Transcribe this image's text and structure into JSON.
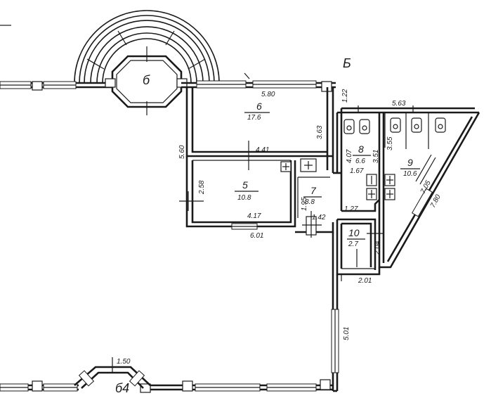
{
  "plan": {
    "marker_b": "Б",
    "bay_top_label": "б",
    "bay_bottom_label": "б4",
    "rooms": [
      {
        "id": "6",
        "number": "6",
        "area": "17.6"
      },
      {
        "id": "5",
        "number": "5",
        "area": "10.8"
      },
      {
        "id": "7",
        "number": "7",
        "area": "8.8"
      },
      {
        "id": "8",
        "number": "8",
        "area": "6.6"
      },
      {
        "id": "9",
        "number": "9",
        "area": "10.6"
      },
      {
        "id": "10",
        "number": "10",
        "area": "2.7"
      }
    ],
    "dimensions": [
      {
        "id": "d-580",
        "text": "5.80"
      },
      {
        "id": "d-122",
        "text": "1.22"
      },
      {
        "id": "d-563",
        "text": "5.63"
      },
      {
        "id": "d-363",
        "text": "3.63"
      },
      {
        "id": "d-560",
        "text": "5.60"
      },
      {
        "id": "d-441",
        "text": "4.41"
      },
      {
        "id": "d-407",
        "text": "4.07"
      },
      {
        "id": "d-351",
        "text": "3.51"
      },
      {
        "id": "d-355",
        "text": "3.55"
      },
      {
        "id": "d-167",
        "text": "1.67"
      },
      {
        "id": "d-258",
        "text": "2.58"
      },
      {
        "id": "d-705",
        "text": "7.05"
      },
      {
        "id": "d-780",
        "text": "7.80"
      },
      {
        "id": "d-417",
        "text": "4.17"
      },
      {
        "id": "d-195",
        "text": "1.95"
      },
      {
        "id": "d-127",
        "text": "1.27"
      },
      {
        "id": "d-142",
        "text": "1.42"
      },
      {
        "id": "d-601",
        "text": "6.01"
      },
      {
        "id": "d-204",
        "text": "2.04"
      },
      {
        "id": "d-201",
        "text": "2.01"
      },
      {
        "id": "d-501",
        "text": "5.01"
      },
      {
        "id": "d-150",
        "text": "1.50"
      }
    ]
  }
}
